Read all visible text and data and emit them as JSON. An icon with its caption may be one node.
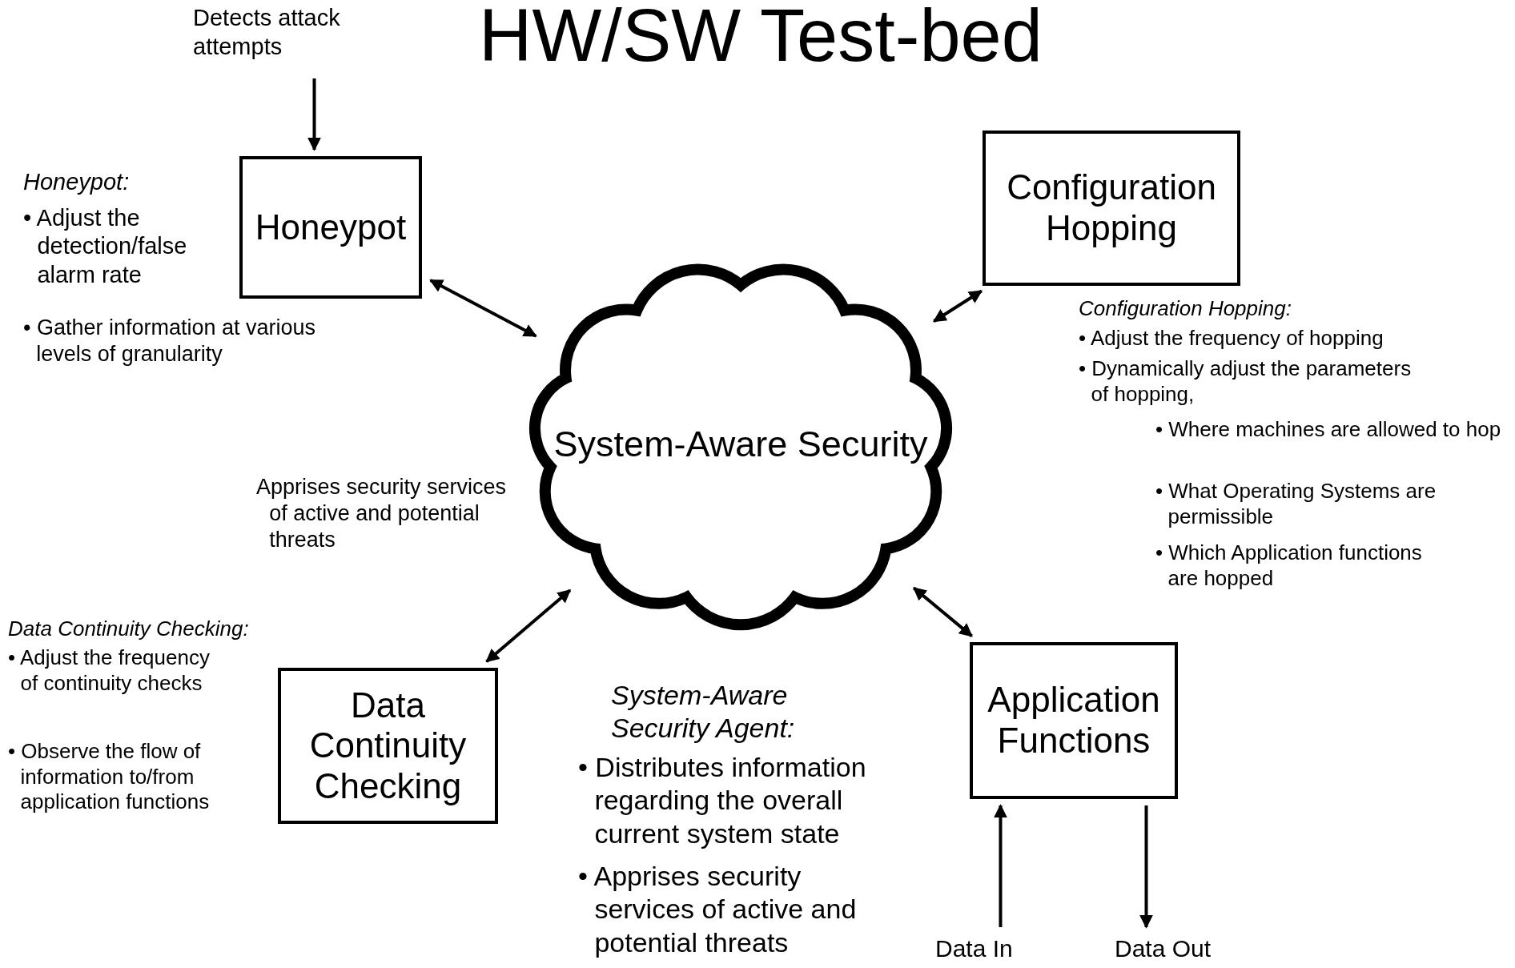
{
  "diagram": {
    "title": "HW/SW Test-bed",
    "nodes": [
      {
        "text": [
          "Honeypot"
        ]
      },
      {
        "text": [
          "Configuration Hopping"
        ]
      },
      {
        "text": [
          "System-Aware Security"
        ]
      },
      {
        "text": [
          "Data Continuity Checking"
        ]
      },
      {
        "text": [
          "Application Functions"
        ]
      },
      {
        "text": [
          "Detects attack attempts"
        ]
      },
      {
        "text": [
          "Data In"
        ]
      },
      {
        "text": [
          "Data Out"
        ]
      }
    ],
    "edges": [
      {
        "from": 5,
        "to": 0,
        "arrow": "to"
      },
      {
        "from": 0,
        "to": 2,
        "arrow": "both"
      },
      {
        "from": 2,
        "to": 1,
        "arrow": "both"
      },
      {
        "from": 3,
        "to": 2,
        "arrow": "both"
      },
      {
        "from": 2,
        "to": 4,
        "arrow": "both"
      },
      {
        "from": 6,
        "to": 4,
        "arrow": "to"
      },
      {
        "from": 4,
        "to": 7,
        "arrow": "to"
      }
    ],
    "labels": [
      "Honeypot:",
      "• Adjust the detection/false alarm rate",
      "• Gather information at various levels of granularity",
      "Configuration Hopping:",
      "• Adjust the frequency of hopping",
      "• Dynamically adjust the parameters of hopping,",
      "• Where machines are allowed to hop",
      "• What Operating Systems are permissible",
      "• Which Application functions are hopped",
      "Apprises security services of active and potential threats",
      "Data Continuity Checking:",
      "• Adjust the frequency of continuity checks",
      "• Observe the flow of information to/from application functions",
      "System-Aware Security Agent:",
      "• Distributes information regarding the overall current system state",
      "• Apprises security services of active and potential threats"
    ]
  }
}
